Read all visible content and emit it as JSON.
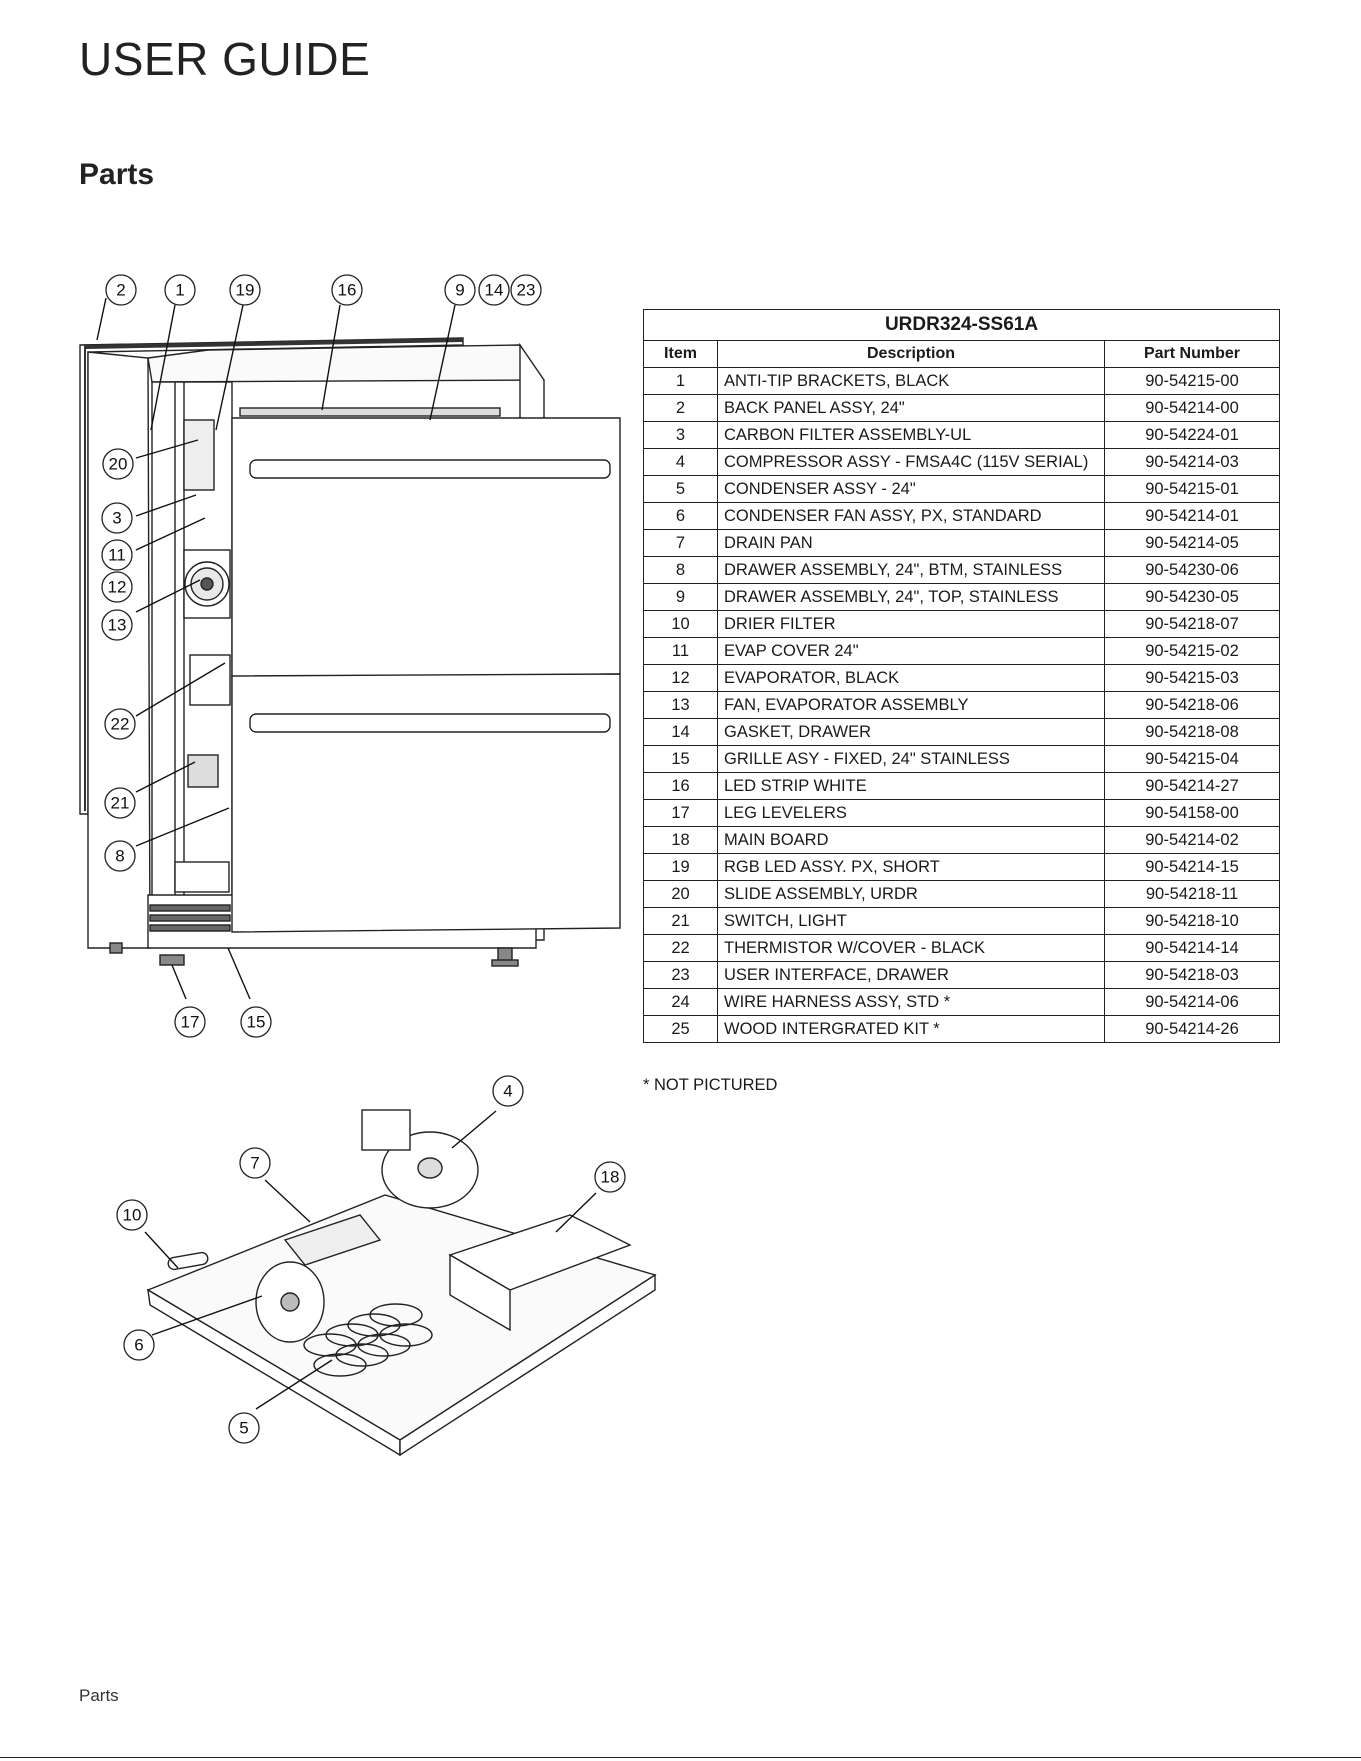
{
  "header": {
    "doc_title": "USER GUIDE",
    "section_title": "Parts"
  },
  "table": {
    "model": "URDR324-SS61A",
    "columns": [
      "Item",
      "Description",
      "Part Number"
    ],
    "rows": [
      {
        "item": "1",
        "description": "ANTI-TIP BRACKETS, BLACK",
        "part_number": "90-54215-00"
      },
      {
        "item": "2",
        "description": "BACK PANEL ASSY, 24\"",
        "part_number": "90-54214-00"
      },
      {
        "item": "3",
        "description": "CARBON FILTER ASSEMBLY-UL",
        "part_number": "90-54224-01"
      },
      {
        "item": "4",
        "description": "COMPRESSOR ASSY - FMSA4C (115V SERIAL)",
        "part_number": "90-54214-03"
      },
      {
        "item": "5",
        "description": "CONDENSER ASSY - 24\"",
        "part_number": "90-54215-01"
      },
      {
        "item": "6",
        "description": "CONDENSER FAN ASSY, PX, STANDARD",
        "part_number": "90-54214-01"
      },
      {
        "item": "7",
        "description": "DRAIN PAN",
        "part_number": "90-54214-05"
      },
      {
        "item": "8",
        "description": "DRAWER ASSEMBLY, 24\", BTM, STAINLESS",
        "part_number": "90-54230-06"
      },
      {
        "item": "9",
        "description": "DRAWER ASSEMBLY, 24\", TOP, STAINLESS",
        "part_number": "90-54230-05"
      },
      {
        "item": "10",
        "description": "DRIER FILTER",
        "part_number": "90-54218-07"
      },
      {
        "item": "11",
        "description": "EVAP COVER 24\"",
        "part_number": "90-54215-02"
      },
      {
        "item": "12",
        "description": "EVAPORATOR, BLACK",
        "part_number": "90-54215-03"
      },
      {
        "item": "13",
        "description": "FAN, EVAPORATOR ASSEMBLY",
        "part_number": "90-54218-06"
      },
      {
        "item": "14",
        "description": "GASKET, DRAWER",
        "part_number": "90-54218-08"
      },
      {
        "item": "15",
        "description": "GRILLE ASY - FIXED, 24\" STAINLESS",
        "part_number": "90-54215-04"
      },
      {
        "item": "16",
        "description": "LED STRIP WHITE",
        "part_number": "90-54214-27"
      },
      {
        "item": "17",
        "description": "LEG LEVELERS",
        "part_number": "90-54158-00"
      },
      {
        "item": "18",
        "description": "MAIN BOARD",
        "part_number": "90-54214-02"
      },
      {
        "item": "19",
        "description": "RGB LED ASSY. PX, SHORT",
        "part_number": "90-54214-15"
      },
      {
        "item": "20",
        "description": "SLIDE ASSEMBLY, URDR",
        "part_number": "90-54218-11"
      },
      {
        "item": "21",
        "description": "SWITCH, LIGHT",
        "part_number": "90-54218-10"
      },
      {
        "item": "22",
        "description": "THERMISTOR W/COVER - BLACK",
        "part_number": "90-54214-14"
      },
      {
        "item": "23",
        "description": "USER INTERFACE, DRAWER",
        "part_number": "90-54218-03"
      },
      {
        "item": "24",
        "description": "WIRE HARNESS ASSY, STD *",
        "part_number": "90-54214-06"
      },
      {
        "item": "25",
        "description": "WOOD INTERGRATED KIT *",
        "part_number": "90-54214-26"
      }
    ]
  },
  "note": "* NOT PICTURED",
  "callouts_top": [
    "2",
    "1",
    "19",
    "16",
    "9",
    "14",
    "23",
    "20",
    "3",
    "11",
    "12",
    "13",
    "22",
    "21",
    "8",
    "17",
    "15"
  ],
  "callouts_bottom": [
    "4",
    "7",
    "18",
    "10",
    "6",
    "5"
  ],
  "footer": {
    "label": "Parts"
  }
}
